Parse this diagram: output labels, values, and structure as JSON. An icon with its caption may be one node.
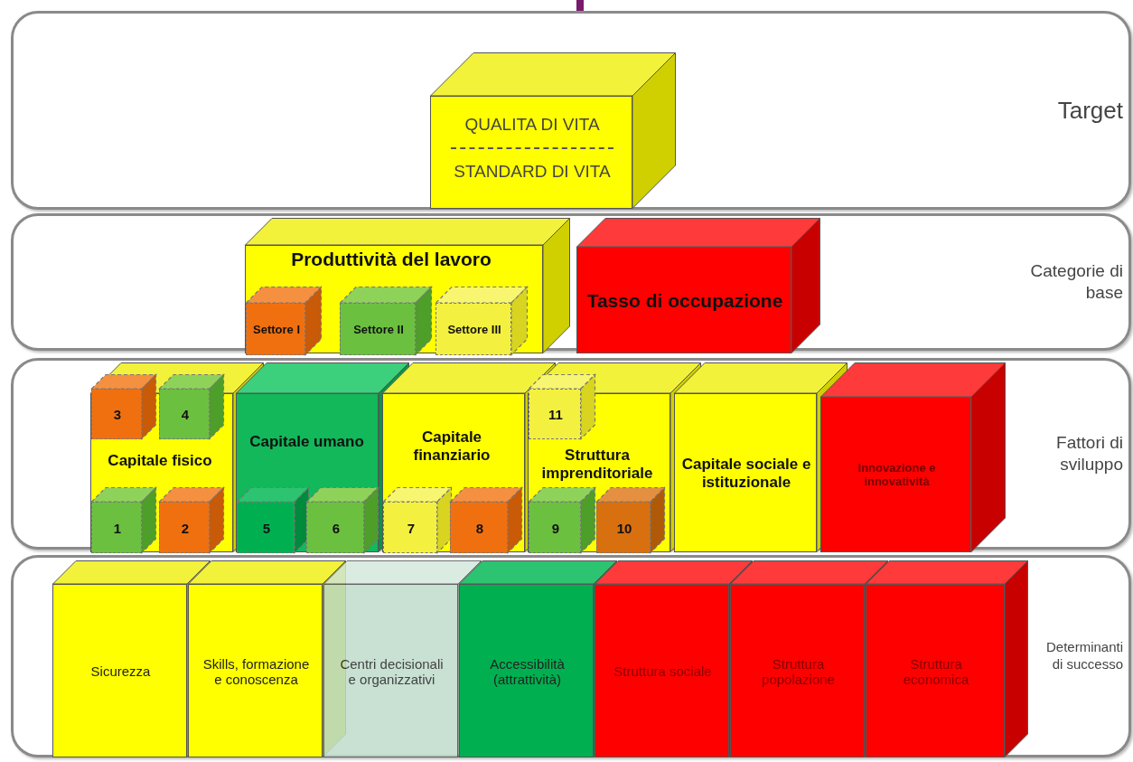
{
  "diagram": {
    "nodes": [
      {
        "text": [
          "Target"
        ]
      },
      {
        "text": [
          "Categorie di base"
        ]
      },
      {
        "text": [
          "Fattori di sviluppo"
        ]
      },
      {
        "text": [
          "Determinanti di successo"
        ]
      },
      {
        "text": [
          "QUALITA DI VITA",
          "STANDARD DI VITA"
        ],
        "in": 0
      },
      {
        "text": [
          "Produttività del lavoro"
        ],
        "in": 1
      },
      {
        "text": [
          "Settore I"
        ],
        "in": 5
      },
      {
        "text": [
          "Settore II"
        ],
        "in": 5
      },
      {
        "text": [
          "Settore III"
        ],
        "in": 5
      },
      {
        "text": [
          "Tasso di occupazione"
        ],
        "in": 1
      },
      {
        "text": [
          "Capitale fisico"
        ],
        "in": 2
      },
      {
        "text": [
          "3"
        ],
        "in": 10
      },
      {
        "text": [
          "4"
        ],
        "in": 10
      },
      {
        "text": [
          "1"
        ],
        "in": 10
      },
      {
        "text": [
          "2"
        ],
        "in": 10
      },
      {
        "text": [
          "Capitale umano"
        ],
        "in": 2
      },
      {
        "text": [
          "5"
        ],
        "in": 15
      },
      {
        "text": [
          "6"
        ],
        "in": 15
      },
      {
        "text": [
          "Capitale finanziario"
        ],
        "in": 2
      },
      {
        "text": [
          "7"
        ],
        "in": 18
      },
      {
        "text": [
          "8"
        ],
        "in": 18
      },
      {
        "text": [
          "Struttura imprenditoriale"
        ],
        "in": 2
      },
      {
        "text": [
          "11"
        ],
        "in": 21
      },
      {
        "text": [
          "9"
        ],
        "in": 21
      },
      {
        "text": [
          "10"
        ],
        "in": 21
      },
      {
        "text": [
          "Capitale sociale e istituzionale"
        ],
        "in": 2
      },
      {
        "text": [
          "Innovazione e innovatività"
        ],
        "in": 2
      },
      {
        "text": [
          "Sicurezza"
        ],
        "in": 3
      },
      {
        "text": [
          "Skills, formazione e conoscenza"
        ],
        "in": 3
      },
      {
        "text": [
          "Centri decisionali e organizzativi"
        ],
        "in": 3
      },
      {
        "text": [
          "Accessibilità (attrattività)"
        ],
        "in": 3
      },
      {
        "text": [
          "Struttura sociale"
        ],
        "in": 3
      },
      {
        "text": [
          "Struttura popolazione"
        ],
        "in": 3
      },
      {
        "text": [
          "Struttura economica"
        ],
        "in": 3
      }
    ]
  }
}
